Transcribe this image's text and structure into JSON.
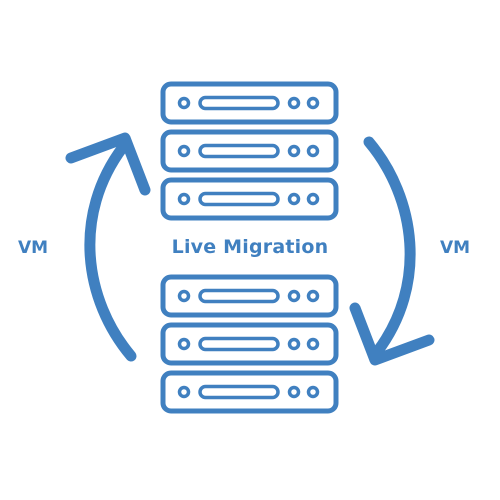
{
  "diagram": {
    "center_label": "Live Migration",
    "left_label": "VM",
    "right_label": "VM",
    "accent_color": "#4080c0",
    "icons": {
      "server": "server-unit-icon",
      "arrow_up": "curved-arrow-up-icon",
      "arrow_down": "curved-arrow-down-icon"
    },
    "source_stack_units": 3,
    "destination_stack_units": 3
  }
}
